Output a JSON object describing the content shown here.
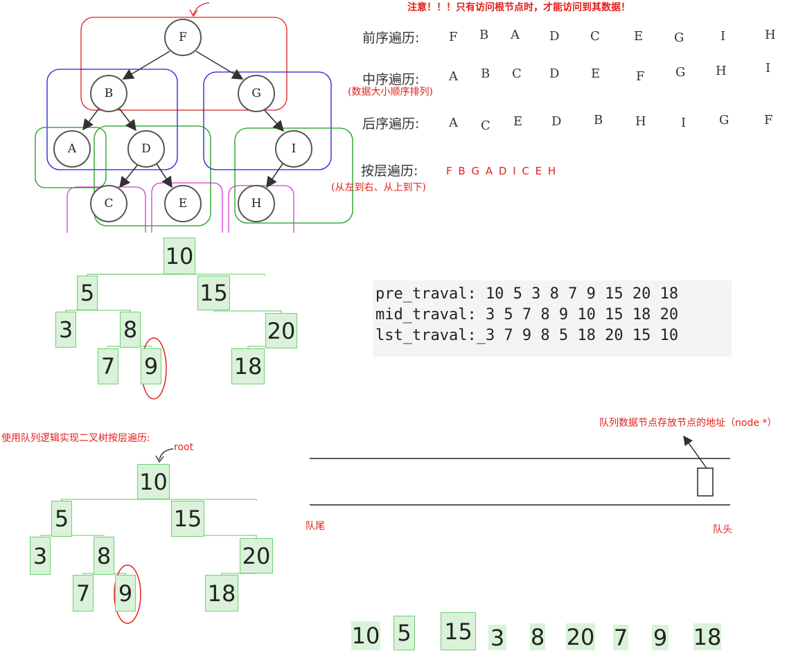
{
  "notice": "注意！！！只有访问根节点时，才能访问到其数据！",
  "tree_nodes": [
    "F",
    "B",
    "G",
    "A",
    "D",
    "I",
    "C",
    "E",
    "H"
  ],
  "traversals": [
    {
      "label": "前序遍历:",
      "seq": [
        "F",
        "B",
        "A",
        "D",
        "C",
        "E",
        "G",
        "I",
        "H"
      ]
    },
    {
      "label": "中序遍历:",
      "seq": [
        "A",
        "B",
        "C",
        "D",
        "E",
        "F",
        "G",
        "H",
        "I"
      ]
    },
    {
      "label": "后序遍历:",
      "seq": [
        "A",
        "C",
        "E",
        "D",
        "B",
        "H",
        "I",
        "G",
        "F"
      ]
    }
  ],
  "inorder_note": "(数据大小顺序排列)",
  "level": {
    "label": "按层遍历:",
    "seq": "F B G A D I C E H",
    "note": "(从左到右、从上到下)"
  },
  "bst_nodes": [
    "10",
    "5",
    "15",
    "3",
    "8",
    "20",
    "7",
    "9",
    "18"
  ],
  "console": [
    "pre_traval: 10 5 3 8 7 9 15 20 18",
    "mid_traval: 3 5 7 8 9 10 15 18 20",
    "lst_traval:_3 7 9 8 5 18 20 15 10"
  ],
  "queue_title": "使用队列逻辑实现二叉树按层遍历:",
  "root_label": "root",
  "queue_note": "队列数据节点存放节点的地址（node *）",
  "queue_tail": "队尾",
  "queue_head": "队头",
  "level_result": [
    "10",
    "5",
    "15",
    "3",
    "8",
    "20",
    "7",
    "9",
    "18"
  ],
  "colors": {
    "red": "#e0201a",
    "blue": "#1a1ae0",
    "green": "#1a9a1a",
    "magenta": "#d63ad6",
    "box_fill": "#d9f2d9"
  }
}
